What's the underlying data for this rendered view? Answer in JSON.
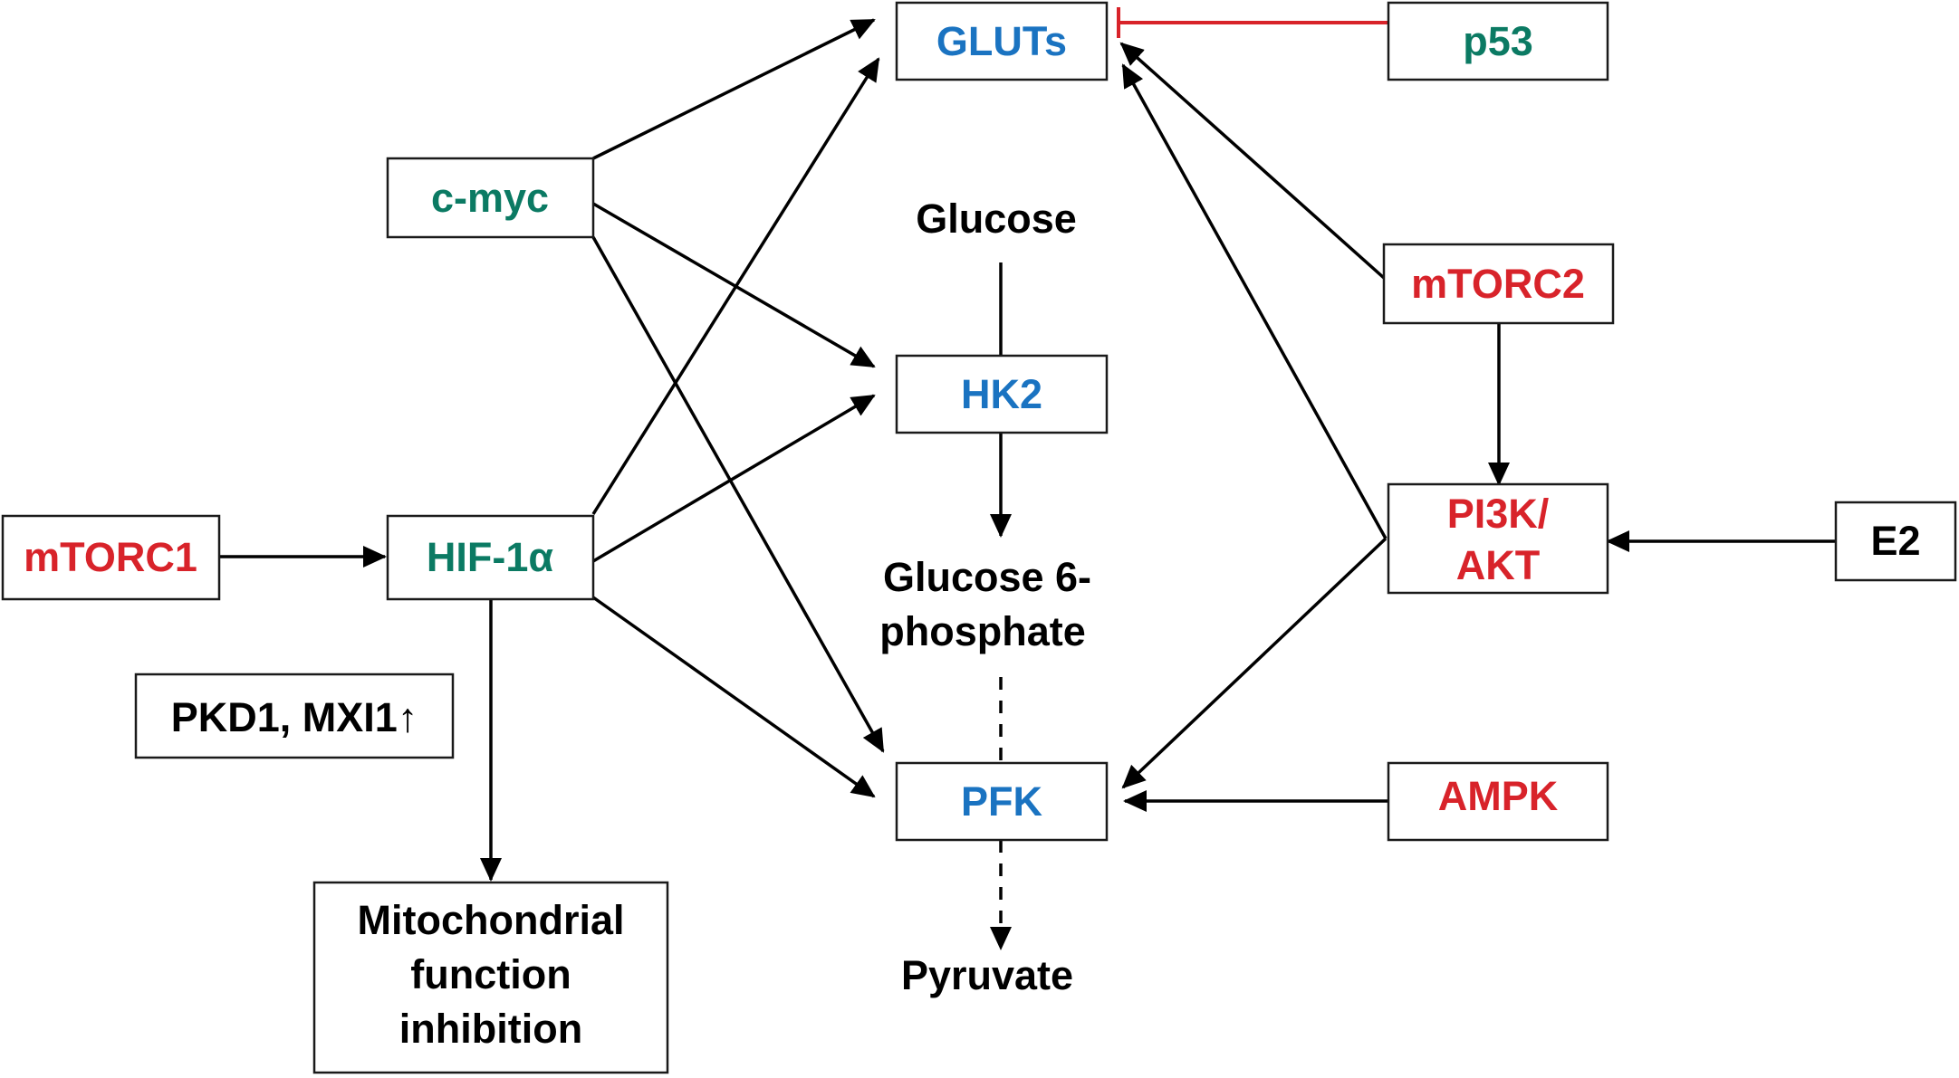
{
  "colors": {
    "enzyme": "#1a73c1",
    "transcription_factor": "#0b7a63",
    "kinase": "#d8232a",
    "metabolite": "#000000",
    "inhibition": "#d8232a"
  },
  "nodes": {
    "gluts": "GLUTs",
    "hk2": "HK2",
    "pfk": "PFK",
    "p53": "p53",
    "cmyc": "c-myc",
    "hif1a": "HIF-1α",
    "mtorc1": "mTORC1",
    "mtorc2": "mTORC2",
    "pi3k_akt_line1": "PI3K/",
    "pi3k_akt_line2": "AKT",
    "e2": "E2",
    "ampk": "AMPK",
    "pkd1_mxi1": "PKD1, MXI1↑",
    "mito_line1": "Mitochondrial",
    "mito_line2": "function",
    "mito_line3": "inhibition"
  },
  "metabolites": {
    "glucose": "Glucose",
    "g6p_line1": "Glucose 6-",
    "g6p_line2": "phosphate",
    "pyruvate": "Pyruvate"
  }
}
